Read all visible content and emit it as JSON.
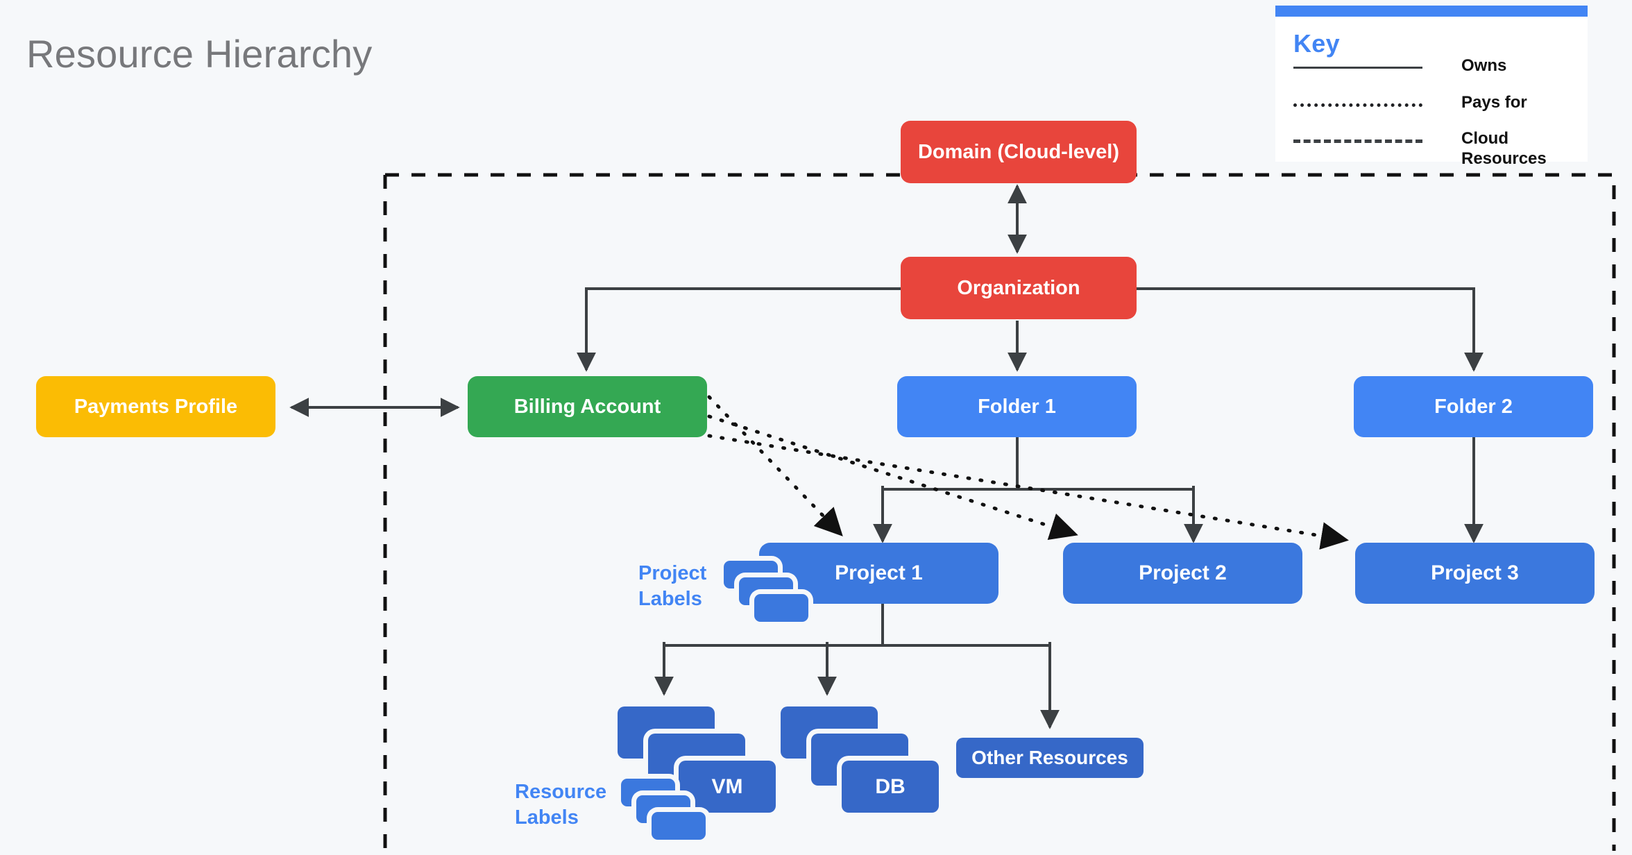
{
  "page": {
    "title": "Resource Hierarchy",
    "background": "#f6f8fa"
  },
  "colors": {
    "red": "#e8453c",
    "green": "#34a853",
    "yellow": "#fbbc04",
    "blue": "#4285f4",
    "project_blue": "#3b78de",
    "resource_blue": "#3668c8",
    "title_gray": "#77787b",
    "line": "#3c4043"
  },
  "key": {
    "title": "Key",
    "entries": [
      {
        "style": "solid",
        "label": "Owns"
      },
      {
        "style": "dotted",
        "label": "Pays for"
      },
      {
        "style": "dashed",
        "label": "Cloud\nResources"
      }
    ]
  },
  "nodes": {
    "domain": {
      "label": "Domain (Cloud-level)",
      "color": "red"
    },
    "organization": {
      "label": "Organization",
      "color": "red"
    },
    "payments_profile": {
      "label": "Payments Profile",
      "color": "yellow"
    },
    "billing_account": {
      "label": "Billing Account",
      "color": "green"
    },
    "folder1": {
      "label": "Folder 1",
      "color": "blue"
    },
    "folder2": {
      "label": "Folder 2",
      "color": "blue"
    },
    "project1": {
      "label": "Project 1",
      "color": "project_blue"
    },
    "project2": {
      "label": "Project 2",
      "color": "project_blue"
    },
    "project3": {
      "label": "Project 3",
      "color": "project_blue"
    },
    "vm": {
      "label": "VM",
      "color": "resource_blue"
    },
    "db": {
      "label": "DB",
      "color": "resource_blue"
    },
    "other_resources": {
      "label": "Other Resources",
      "color": "resource_blue"
    }
  },
  "annotations": {
    "project_labels": "Project\nLabels",
    "resource_labels": "Resource\nLabels"
  },
  "edges": [
    {
      "from": "organization",
      "to": "domain",
      "style": "solid",
      "arrows": "both"
    },
    {
      "from": "organization",
      "to": "billing_account",
      "style": "solid",
      "arrows": "end"
    },
    {
      "from": "organization",
      "to": "folder1",
      "style": "solid",
      "arrows": "end"
    },
    {
      "from": "organization",
      "to": "folder2",
      "style": "solid",
      "arrows": "end"
    },
    {
      "from": "payments_profile",
      "to": "billing_account",
      "style": "solid",
      "arrows": "both"
    },
    {
      "from": "folder1",
      "to": "project1",
      "style": "solid",
      "arrows": "end"
    },
    {
      "from": "folder1",
      "to": "project2",
      "style": "solid",
      "arrows": "end"
    },
    {
      "from": "folder2",
      "to": "project3",
      "style": "solid",
      "arrows": "end"
    },
    {
      "from": "billing_account",
      "to": "project1",
      "style": "dotted",
      "arrows": "end"
    },
    {
      "from": "billing_account",
      "to": "project2",
      "style": "dotted",
      "arrows": "end"
    },
    {
      "from": "billing_account",
      "to": "project3",
      "style": "dotted",
      "arrows": "end"
    },
    {
      "from": "project1",
      "to": "vm",
      "style": "solid",
      "arrows": "end"
    },
    {
      "from": "project1",
      "to": "db",
      "style": "solid",
      "arrows": "end"
    },
    {
      "from": "project1",
      "to": "other_resources",
      "style": "solid",
      "arrows": "end"
    }
  ],
  "cloud_boundary": {
    "style": "dashed",
    "label": "Cloud Resources"
  }
}
